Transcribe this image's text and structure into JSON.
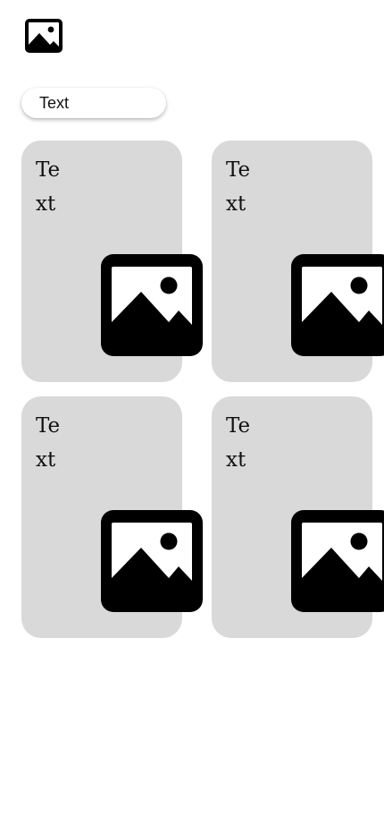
{
  "header": {
    "icon": "image-icon"
  },
  "chip": {
    "label": "Text"
  },
  "cards": [
    {
      "title": "Text",
      "icon": "image-icon"
    },
    {
      "title": "Text",
      "icon": "image-icon"
    },
    {
      "title": "Text",
      "icon": "image-icon"
    },
    {
      "title": "Text",
      "icon": "image-icon"
    }
  ],
  "colors": {
    "card_background": "#d9d9d9",
    "icon": "#000000",
    "page_background": "#ffffff"
  }
}
